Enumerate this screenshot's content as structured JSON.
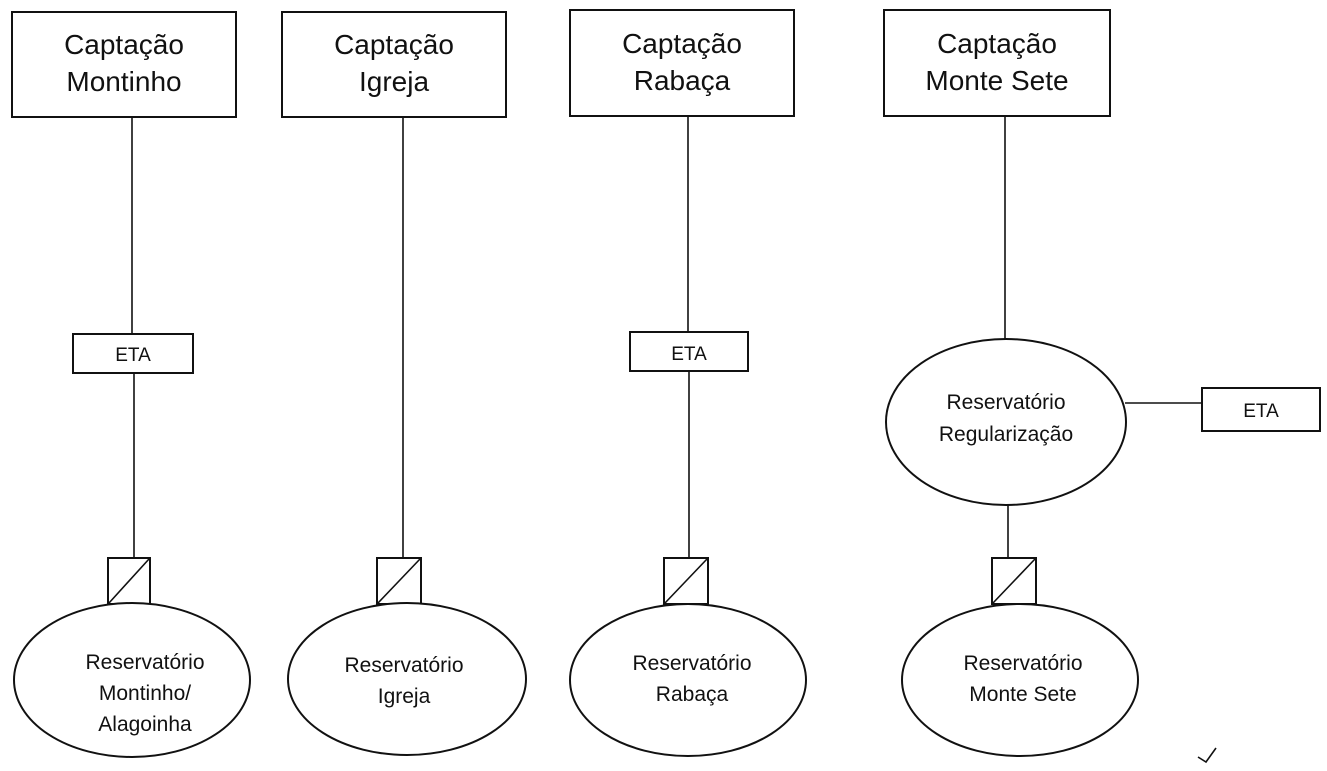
{
  "capture_sources": [
    {
      "line1": "Captação",
      "line2": "Montinho"
    },
    {
      "line1": "Captação",
      "line2": "Igreja"
    },
    {
      "line1": "Captação",
      "line2": "Rabaça"
    },
    {
      "line1": "Captação",
      "line2": "Monte Sete"
    }
  ],
  "treatment_label": "ETA",
  "regulation_reservoir": {
    "line1": "Reservatório",
    "line2": "Regularização"
  },
  "reservoirs": [
    {
      "line1": "Reservatório",
      "line2": "Montinho/",
      "line3": "Alagoinha"
    },
    {
      "line1": "Reservatório",
      "line2": "Igreja"
    },
    {
      "line1": "Reservatório",
      "line2": "Rabaça"
    },
    {
      "line1": "Reservatório",
      "line2": "Monte Sete"
    }
  ]
}
